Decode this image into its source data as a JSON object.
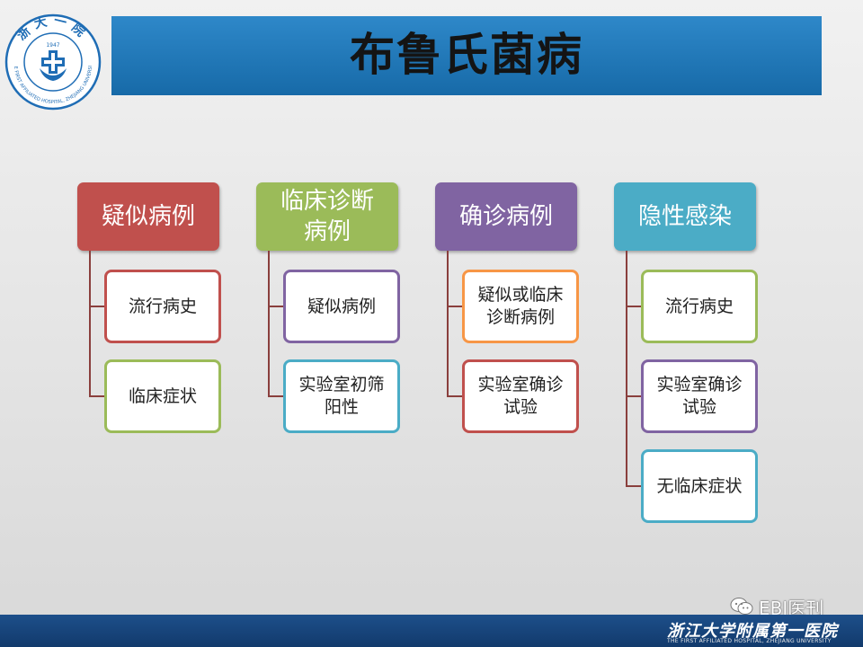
{
  "logo": {
    "text_top": "浙大一院",
    "text_ring": "THE FIRST AFFILIATED HOSPITAL, ZHEJIANG UNIVERSITY",
    "year": "1947",
    "color": "#1f6db5"
  },
  "title": "布鲁氏菌病",
  "columns": [
    {
      "label": "疑似病例",
      "color": "#c0504d",
      "children": [
        {
          "label": "流行病史",
          "border": "#c0504d"
        },
        {
          "label": "临床症状",
          "border": "#9bbb59"
        }
      ]
    },
    {
      "label": "临床诊断病例",
      "color": "#9bbb59",
      "children": [
        {
          "label": "疑似病例",
          "border": "#8064a2"
        },
        {
          "label": "实验室初筛阳性",
          "border": "#4bacc6"
        }
      ]
    },
    {
      "label": "确诊病例",
      "color": "#8064a2",
      "children": [
        {
          "label": "疑似或临床诊断病例",
          "border": "#f79646"
        },
        {
          "label": "实验室确诊试验",
          "border": "#c0504d"
        }
      ]
    },
    {
      "label": "隐性感染",
      "color": "#4bacc6",
      "children": [
        {
          "label": "流行病史",
          "border": "#9bbb59"
        },
        {
          "label": "实验室确诊试验",
          "border": "#8064a2"
        },
        {
          "label": "无临床症状",
          "border": "#4bacc6"
        }
      ]
    }
  ],
  "watermark": {
    "label": "EBI医刊",
    "icon": "wechat-icon"
  },
  "footer": {
    "hospital_name": "浙江大学附属第一医院",
    "hospital_name_en": "THE FIRST AFFILIATED HOSPITAL, ZHEJIANG UNIVERSITY"
  }
}
